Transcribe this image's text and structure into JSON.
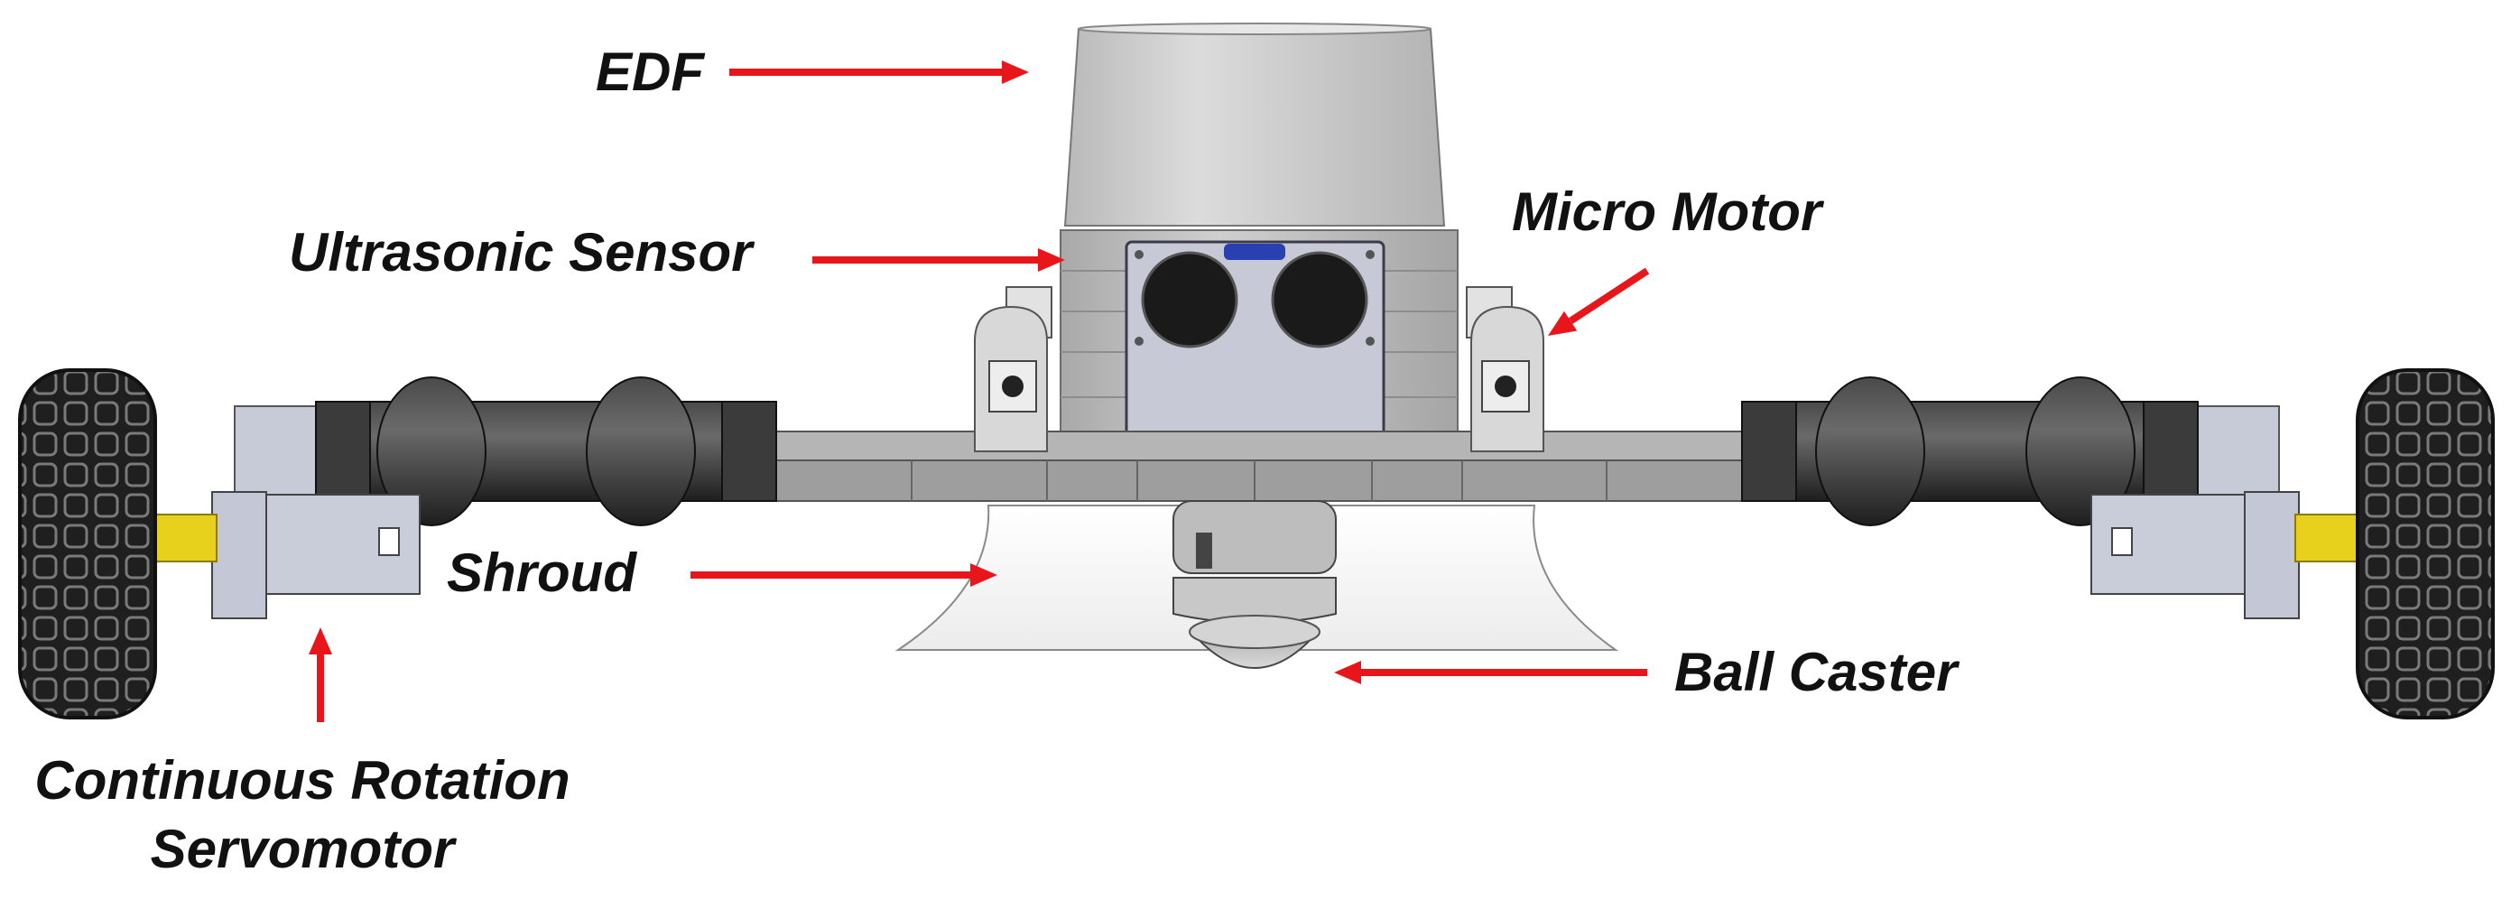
{
  "colors": {
    "arrow": "#e8161b",
    "label_text": "#111111",
    "edf_body": "#cdcdcd",
    "body_gray": "#c4c4c4",
    "chassis": "#9e9e9e",
    "tire": "#2a2a2a",
    "motor_black": "#333333",
    "bracket": "#b8bfd3",
    "brass": "#e8d11c",
    "shroud": "#f4f4f4"
  },
  "labels": {
    "edf": "EDF",
    "ultrasonic_sensor": "Ultrasonic Sensor",
    "micro_motor": "Micro Motor",
    "shroud": "Shroud",
    "ball_caster": "Ball Caster",
    "servo_line1": "Continuous Rotation",
    "servo_line2": "Servomotor"
  },
  "icons": {
    "arrow": "right-arrow-icon"
  }
}
